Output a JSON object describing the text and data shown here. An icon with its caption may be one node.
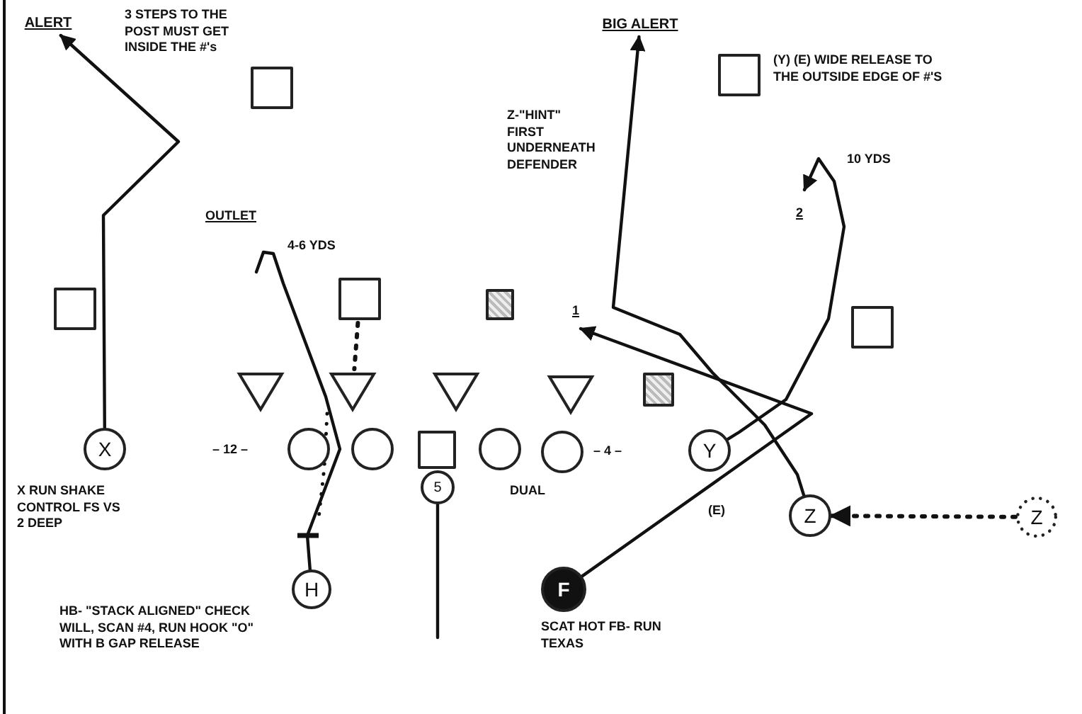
{
  "diagram": {
    "nodes": [
      {
        "text": [],
        "shape": "box"
      },
      {
        "text": [],
        "shape": "box"
      },
      {
        "text": [],
        "shape": "box"
      },
      {
        "text": [],
        "shape": "box"
      },
      {
        "text": [],
        "shape": "box"
      },
      {
        "text": [],
        "shape": "box"
      },
      {
        "text": [],
        "shape": "box"
      },
      {
        "text": [],
        "shape": "triangle"
      },
      {
        "text": [],
        "shape": "triangle"
      },
      {
        "text": [],
        "shape": "triangle"
      },
      {
        "text": [],
        "shape": "triangle"
      },
      {
        "text": [
          "X"
        ],
        "beside": [
          "X RUN SHAKE CONTROL FS VS 2 DEEP"
        ]
      },
      {
        "text": [],
        "shape": "circle"
      },
      {
        "text": [],
        "shape": "circle"
      },
      {
        "text": [],
        "shape": "box"
      },
      {
        "text": [],
        "shape": "circle"
      },
      {
        "text": [],
        "shape": "circle"
      },
      {
        "text": [
          "Y"
        ]
      },
      {
        "text": [
          "5"
        ]
      },
      {
        "text": [
          "Z"
        ]
      },
      {
        "text": [
          "Z"
        ]
      },
      {
        "text": [
          "H"
        ]
      },
      {
        "text": [
          "F"
        ],
        "beside": [
          "SCAT HOT FB- RUN TEXAS"
        ]
      },
      {
        "text": [
          "ALERT"
        ]
      },
      {
        "text": [
          "BIG ALERT"
        ]
      }
    ],
    "edges": [
      {
        "from": 11,
        "to": 23,
        "arrow": "to"
      },
      {
        "from": 21,
        "to": null,
        "arrow": "none"
      },
      {
        "from": 18,
        "to": null,
        "arrow": "none"
      },
      {
        "from": 17,
        "to": null,
        "arrow": "to",
        "label": "2"
      },
      {
        "from": 19,
        "to": 24,
        "arrow": "to"
      },
      {
        "from": 22,
        "to": null,
        "arrow": "to",
        "label": "1"
      },
      {
        "from": 20,
        "to": 19,
        "arrow": "to",
        "style": "dashed"
      },
      {
        "from": 3,
        "to": 8,
        "arrow": "none",
        "style": "dashed"
      }
    ],
    "labels": [
      "3 STEPS TO THE POST MUST GET INSIDE THE #'s",
      "(Y) (E) WIDE RELEASE TO THE OUTSIDE EDGE OF #'S",
      "Z-\"HINT\" FIRST UNDERNEATH DEFENDER",
      "10 YDS",
      "OUTLET",
      "4-6 YDS",
      "– 12 –",
      "– 4 –",
      "DUAL",
      "(E)",
      "HB- \"STACK ALIGNED\" CHECK WILL, SCAN #4, RUN HOOK \"O\" WITH B GAP RELEASE"
    ]
  }
}
